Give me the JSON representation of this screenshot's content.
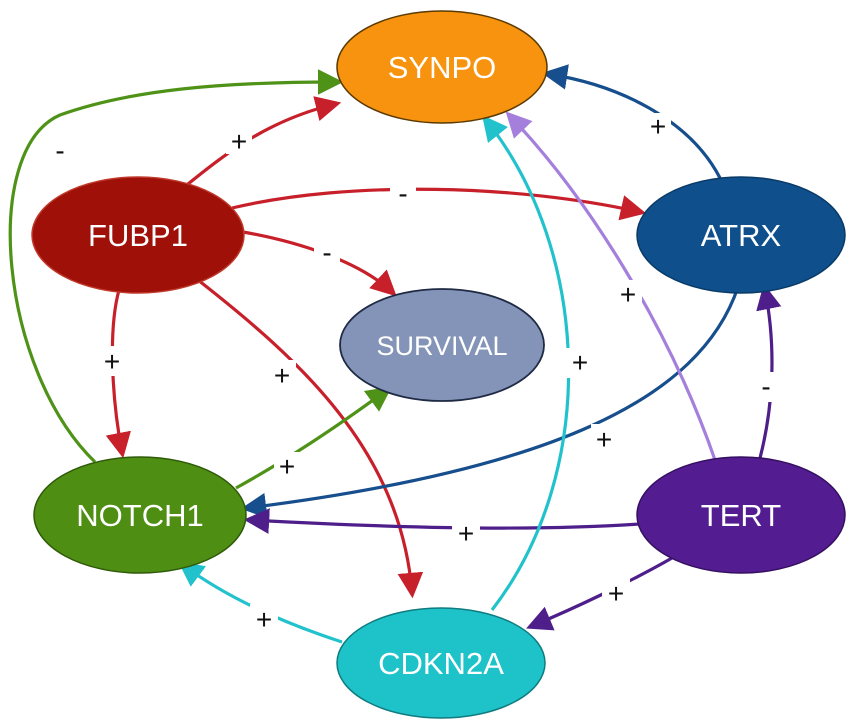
{
  "diagram": {
    "nodes": [
      {
        "id": "synpo",
        "label": "SYNPO",
        "fill": "#f7930e",
        "stroke": "#5a3a00"
      },
      {
        "id": "fubp1",
        "label": "FUBP1",
        "fill": "#9e1008",
        "stroke": "#c0392b"
      },
      {
        "id": "atrx",
        "label": "ATRX",
        "fill": "#0e4f8c",
        "stroke": "#0a3a66"
      },
      {
        "id": "survival",
        "label": "SURVIVAL",
        "fill": "#8494b8",
        "stroke": "#1f2a44"
      },
      {
        "id": "notch1",
        "label": "NOTCH1",
        "fill": "#4e8e12",
        "stroke": "#2f5a0a"
      },
      {
        "id": "tert",
        "label": "TERT",
        "fill": "#531c91",
        "stroke": "#361060"
      },
      {
        "id": "cdkn2a",
        "label": "CDKN2A",
        "fill": "#1ec3c9",
        "stroke": "#0f7c80"
      }
    ],
    "edges": [
      {
        "id": "fubp1-synpo",
        "from": "FUBP1",
        "to": "SYNPO",
        "sign": "+",
        "color": "#c8202a"
      },
      {
        "id": "fubp1-atrx",
        "from": "FUBP1",
        "to": "ATRX",
        "sign": "-",
        "color": "#c8202a"
      },
      {
        "id": "fubp1-survival",
        "from": "FUBP1",
        "to": "SURVIVAL",
        "sign": "-",
        "color": "#c8202a"
      },
      {
        "id": "fubp1-notch1",
        "from": "FUBP1",
        "to": "NOTCH1",
        "sign": "+",
        "color": "#c8202a"
      },
      {
        "id": "fubp1-cdkn2a",
        "from": "FUBP1",
        "to": "CDKN2A",
        "sign": "+",
        "color": "#c8202a"
      },
      {
        "id": "notch1-synpo",
        "from": "NOTCH1",
        "to": "SYNPO",
        "sign": "-",
        "color": "#4f9218"
      },
      {
        "id": "notch1-survival",
        "from": "NOTCH1",
        "to": "SURVIVAL",
        "sign": "+",
        "color": "#4f9218"
      },
      {
        "id": "atrx-synpo",
        "from": "ATRX",
        "to": "SYNPO",
        "sign": "+",
        "color": "#174e8d"
      },
      {
        "id": "atrx-notch1",
        "from": "ATRX",
        "to": "NOTCH1",
        "sign": "+",
        "color": "#174e8d"
      },
      {
        "id": "tert-atrx",
        "from": "TERT",
        "to": "ATRX",
        "sign": "-",
        "color": "#4e1f8a"
      },
      {
        "id": "tert-notch1",
        "from": "TERT",
        "to": "NOTCH1",
        "sign": "+",
        "color": "#4e1f8a"
      },
      {
        "id": "tert-cdkn2a",
        "from": "TERT",
        "to": "CDKN2A",
        "sign": "+",
        "color": "#4e1f8a"
      },
      {
        "id": "tert-synpo",
        "from": "TERT",
        "to": "SYNPO",
        "sign": "+",
        "color": "#a47fdc"
      },
      {
        "id": "cdkn2a-synpo",
        "from": "CDKN2A",
        "to": "SYNPO",
        "sign": "+",
        "color": "#22c2cc"
      },
      {
        "id": "cdkn2a-notch1",
        "from": "CDKN2A",
        "to": "NOTCH1",
        "sign": "+",
        "color": "#22c2cc"
      }
    ]
  }
}
